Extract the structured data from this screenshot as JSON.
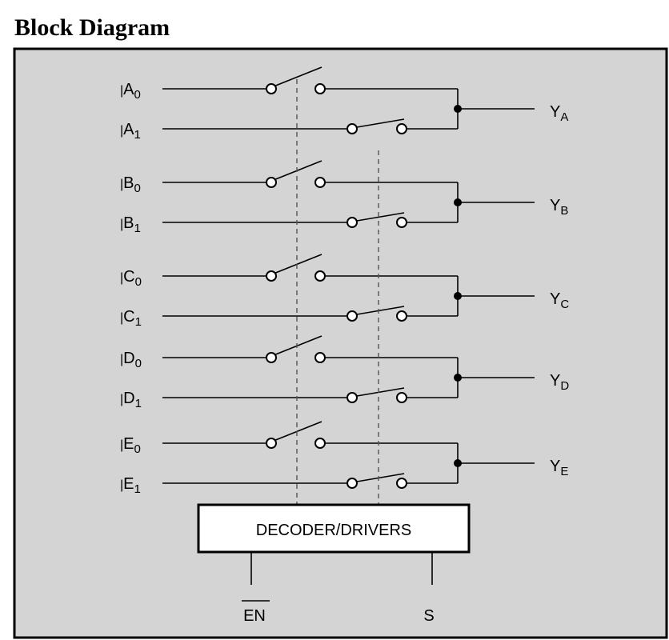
{
  "title": "Block Diagram",
  "decoder_label": "DECODER/DRIVERS",
  "enable_label": "EN",
  "select_label": "S",
  "colors": {
    "panel": "#d4d4d4",
    "frame": "#000000",
    "box": "#ffffff"
  },
  "channels": [
    {
      "id": "a",
      "input0": {
        "base": "A",
        "sub": "0"
      },
      "input1": {
        "base": "A",
        "sub": "1"
      },
      "output": {
        "base": "Y",
        "sub": "A"
      }
    },
    {
      "id": "b",
      "input0": {
        "base": "B",
        "sub": "0"
      },
      "input1": {
        "base": "B",
        "sub": "1"
      },
      "output": {
        "base": "Y",
        "sub": "B"
      }
    },
    {
      "id": "c",
      "input0": {
        "base": "C",
        "sub": "0"
      },
      "input1": {
        "base": "C",
        "sub": "1"
      },
      "output": {
        "base": "Y",
        "sub": "C"
      }
    },
    {
      "id": "d",
      "input0": {
        "base": "D",
        "sub": "0"
      },
      "input1": {
        "base": "D",
        "sub": "1"
      },
      "output": {
        "base": "Y",
        "sub": "D"
      }
    },
    {
      "id": "e",
      "input0": {
        "base": "E",
        "sub": "0"
      },
      "input1": {
        "base": "E",
        "sub": "1"
      },
      "output": {
        "base": "Y",
        "sub": "E"
      }
    }
  ]
}
